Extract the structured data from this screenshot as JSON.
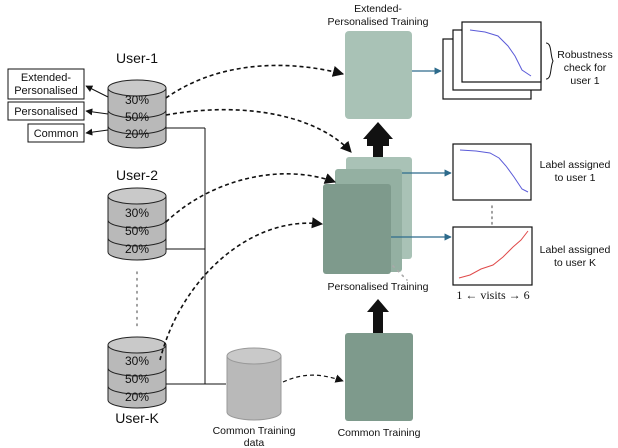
{
  "users": [
    {
      "name": "User-1",
      "segments": [
        "30%",
        "50%",
        "20%"
      ]
    },
    {
      "name": "User-2",
      "segments": [
        "30%",
        "50%",
        "20%"
      ]
    },
    {
      "name": "User-K",
      "segments": [
        "30%",
        "50%",
        "20%"
      ]
    }
  ],
  "split_labels": {
    "extended_line1": "Extended-",
    "extended_line2": "Personalised",
    "personalised": "Personalised",
    "common": "Common"
  },
  "common_data": {
    "line1": "Common Training",
    "line2": "data"
  },
  "training": {
    "extended_line1": "Extended-",
    "extended_line2": "Personalised Training",
    "personalised": "Personalised Training",
    "common": "Common Training"
  },
  "outputs": {
    "robustness_line1": "Robustness",
    "robustness_line2": "check for",
    "robustness_line3": "user 1",
    "label1_line1": "Label assigned",
    "label1_line2": "to user 1",
    "labelK_line1": "Label assigned",
    "labelK_line2": "to user K",
    "axis_note": "1 ← visits → 6"
  },
  "colors": {
    "db_fill": "#b9b9b9",
    "extended_box": "#a9c2b6",
    "personalised_box": "#7e9a8c",
    "common_box": "#7e9a8c",
    "output_arrow": "#2d6b8c",
    "plot_blue": "#5b5bd8",
    "plot_red": "#e04a4a"
  }
}
